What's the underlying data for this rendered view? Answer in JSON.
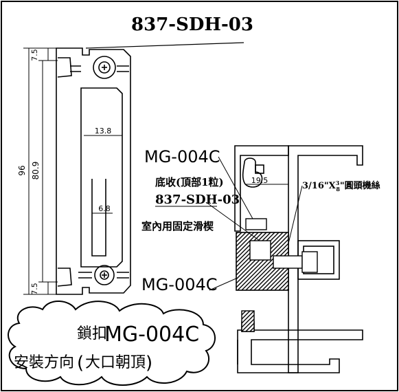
{
  "title": "837-SDH-03",
  "dimensions": {
    "top_offset": "7.5",
    "total_height": "96",
    "inner_height": "80.9",
    "slot_width": "13.8",
    "narrow_slot_width": "6.8",
    "bottom_offset": "7.5",
    "profile_width": "19.5"
  },
  "labels": {
    "part_mg_top": "MG-004C",
    "cover_note": "底收(頂部1粒)",
    "part_sdh": "837-SDH-03",
    "indoor_note": "室內用固定滑楔",
    "screw_note": "3/16\"X",
    "screw_fraction": "3",
    "screw_fraction_den": "8",
    "screw_suffix": "\"圓頭機絲",
    "part_mg_bottom": "MG-004C"
  },
  "cloud_note": {
    "line1_prefix": "鎖扣",
    "line1_part": "MG-004C",
    "line2_prefix": "安裝方向",
    "line2_paren": "大口朝頂"
  },
  "colors": {
    "line": "#000000",
    "background": "#ffffff"
  }
}
